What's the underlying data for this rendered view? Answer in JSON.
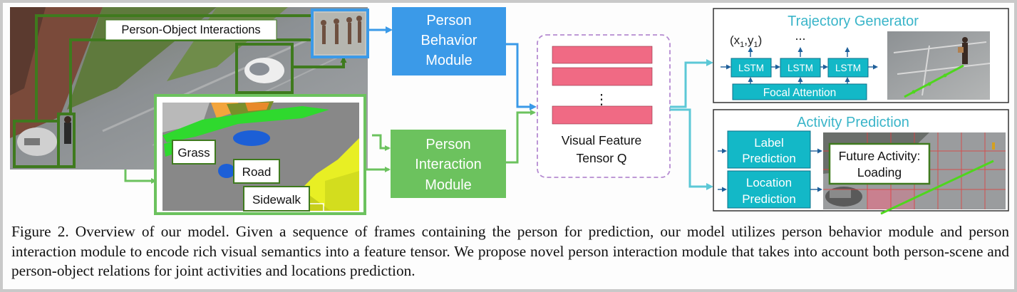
{
  "figure": {
    "scene": {
      "interactions_label": "Person-Object Interactions",
      "segmentation_labels": [
        "Grass",
        "Road",
        "Sidewalk"
      ]
    },
    "modules": {
      "behavior": [
        "Person",
        "Behavior",
        "Module"
      ],
      "interaction": [
        "Person",
        "Interaction",
        "Module"
      ]
    },
    "tensor": {
      "dots": "⋮",
      "label": [
        "Visual Feature",
        "Tensor Q"
      ]
    },
    "trajectory": {
      "title": "Trajectory Generator",
      "coord_label": "(x",
      "coord_sub1": "1",
      "coord_mid": ",y",
      "coord_sub2": "1",
      "coord_end": ")",
      "ellipsis": "...",
      "lstm_label": "LSTM",
      "focal_label": "Focal Attention"
    },
    "activity": {
      "title": "Activity Prediction",
      "label_box": [
        "Label",
        "Prediction"
      ],
      "location_box": [
        "Location",
        "Prediction"
      ],
      "future": [
        "Future Activity:",
        "Loading"
      ]
    }
  },
  "caption": {
    "text": "Figure 2. Overview of our model. Given a sequence of frames containing the person for prediction, our model utilizes person behavior module and person interaction module to encode rich visual semantics into a feature tensor. We propose novel person interaction module that takes into account both person-scene and person-object relations for joint activities and locations prediction."
  },
  "colors": {
    "green_dark": "#3f7a1e",
    "green_module": "#6cc25e",
    "blue_module": "#3b9ae8",
    "teal": "#13b8c7",
    "cyan_title": "#3ab5c9",
    "tensor_bar": "#f06a84",
    "tensor_border": "#b58bd1"
  }
}
